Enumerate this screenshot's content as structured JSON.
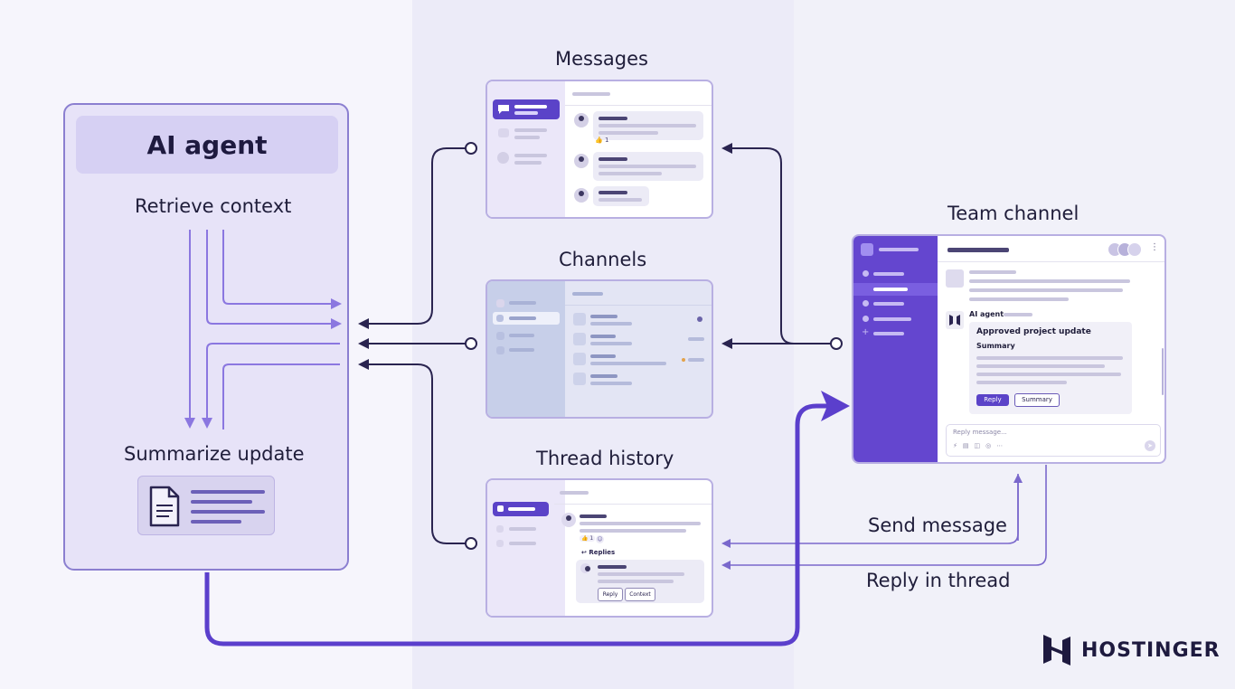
{
  "agent": {
    "title": "AI agent",
    "retrieve_label": "Retrieve context",
    "summarize_label": "Summarize update"
  },
  "sources": {
    "messages_label": "Messages",
    "channels_label": "Channels",
    "thread_label": "Thread history"
  },
  "messages_panel": {
    "reaction": "👍 1"
  },
  "thread_panel": {
    "reaction_count": "1",
    "replies_label": "Replies",
    "reply_button": "Reply",
    "context_button": "Context"
  },
  "team_channel": {
    "label": "Team channel",
    "agent_name": "AI agent",
    "card_title": "Approved project update",
    "card_subtitle": "Summary",
    "reply_button": "Reply",
    "summary_button": "Summary",
    "input_placeholder": "Reply message..."
  },
  "flows": {
    "send_label": "Send message",
    "reply_label": "Reply in thread"
  },
  "brand": {
    "name": "HOSTINGER"
  },
  "colors": {
    "accent": "#6446cf",
    "line_dark": "#2a2450",
    "arrow_light": "#8b77e0",
    "panel_fill": "#e7e3f8"
  }
}
